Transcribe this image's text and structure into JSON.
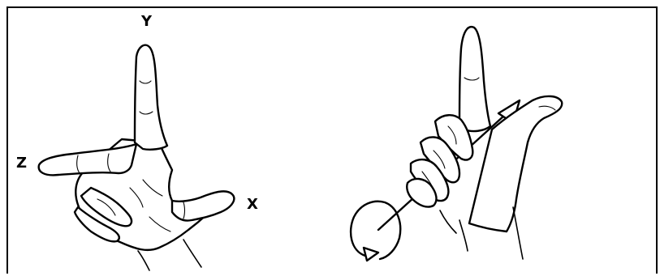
{
  "left_hand": {
    "axis_y_label": "Y",
    "axis_z_label": "Z",
    "axis_x_label": "X"
  },
  "icons": {
    "left": "coordinate-axes-hand-icon",
    "right": "rotation-rule-hand-icon"
  },
  "colors": {
    "ink": "#000000",
    "background": "#ffffff"
  }
}
